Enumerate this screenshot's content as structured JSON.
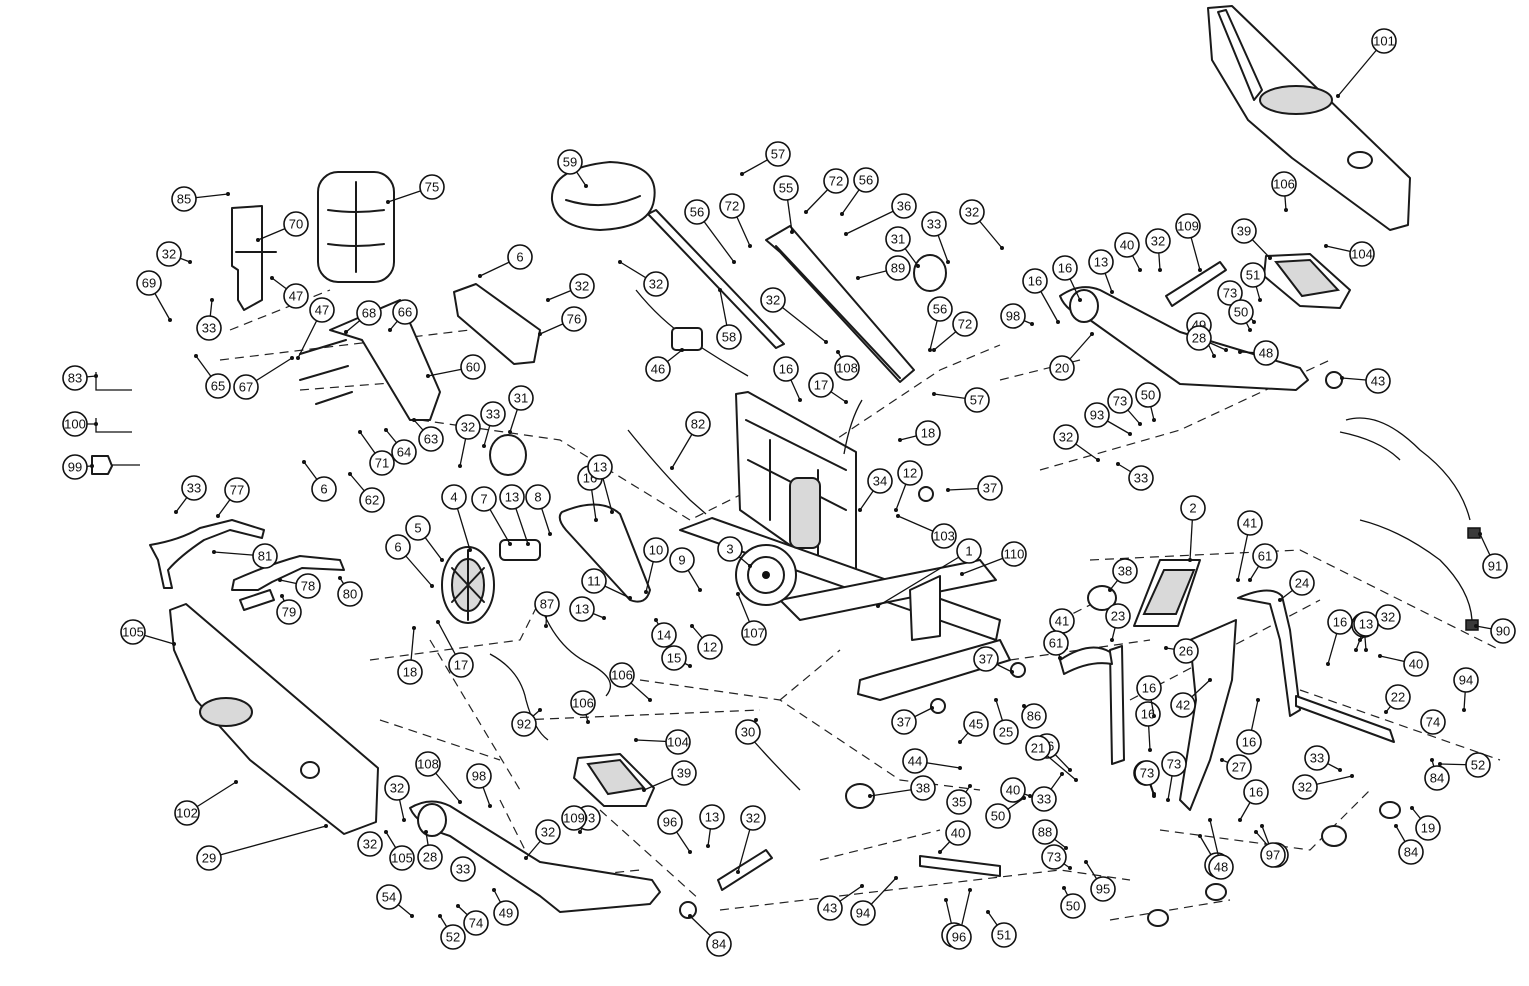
{
  "diagram": {
    "callouts": [
      {
        "label": "101",
        "kind": "shroud-panel"
      },
      {
        "label": "59",
        "kind": "seat-cushion"
      },
      {
        "label": "57",
        "kind": "console-bracket"
      },
      {
        "label": "72",
        "kind": "screw"
      },
      {
        "label": "56",
        "kind": "washer"
      },
      {
        "label": "55",
        "kind": "seat-rail"
      },
      {
        "label": "36",
        "kind": "bolt"
      },
      {
        "label": "85",
        "kind": "knob"
      },
      {
        "label": "75",
        "kind": "backrest-pad"
      },
      {
        "label": "70",
        "kind": "backrest-bracket"
      },
      {
        "label": "32",
        "kind": "nut"
      },
      {
        "label": "6",
        "kind": "bolt"
      },
      {
        "label": "56",
        "kind": "washer"
      },
      {
        "label": "72",
        "kind": "screw"
      },
      {
        "label": "33",
        "kind": "washer"
      },
      {
        "label": "32",
        "kind": "nut"
      },
      {
        "label": "106",
        "kind": "screw"
      },
      {
        "label": "109",
        "kind": "tube"
      },
      {
        "label": "39",
        "kind": "pedal"
      },
      {
        "label": "104",
        "kind": "nut"
      },
      {
        "label": "31",
        "kind": "bushing"
      },
      {
        "label": "89",
        "kind": "pin"
      },
      {
        "label": "40",
        "kind": "washer"
      },
      {
        "label": "32",
        "kind": "nut"
      },
      {
        "label": "69",
        "kind": "screw"
      },
      {
        "label": "47",
        "kind": "spacer"
      },
      {
        "label": "32",
        "kind": "nut"
      },
      {
        "label": "32",
        "kind": "nut"
      },
      {
        "label": "16",
        "kind": "bearing"
      },
      {
        "label": "16",
        "kind": "bearing"
      },
      {
        "label": "13",
        "kind": "washer"
      },
      {
        "label": "51",
        "kind": "knob"
      },
      {
        "label": "33",
        "kind": "washer"
      },
      {
        "label": "47",
        "kind": "spacer"
      },
      {
        "label": "68",
        "kind": "washer"
      },
      {
        "label": "66",
        "kind": "bracket"
      },
      {
        "label": "76",
        "kind": "plate"
      },
      {
        "label": "32",
        "kind": "nut"
      },
      {
        "label": "56",
        "kind": "washer"
      },
      {
        "label": "72",
        "kind": "screw"
      },
      {
        "label": "73",
        "kind": "washer"
      },
      {
        "label": "50",
        "kind": "bolt"
      },
      {
        "label": "98",
        "kind": "cap"
      },
      {
        "label": "83",
        "kind": "allen-key"
      },
      {
        "label": "65",
        "kind": "knob"
      },
      {
        "label": "67",
        "kind": "washer"
      },
      {
        "label": "58",
        "kind": "rail"
      },
      {
        "label": "46",
        "kind": "sensor"
      },
      {
        "label": "16",
        "kind": "bearing"
      },
      {
        "label": "108",
        "kind": "screw"
      },
      {
        "label": "60",
        "kind": "seat-frame"
      },
      {
        "label": "49",
        "kind": "spacer"
      },
      {
        "label": "28",
        "kind": "bushing"
      },
      {
        "label": "48",
        "kind": "nut"
      },
      {
        "label": "20",
        "kind": "pedal-arm"
      },
      {
        "label": "43",
        "kind": "end-cap"
      },
      {
        "label": "100",
        "kind": "allen-key"
      },
      {
        "label": "17",
        "kind": "cable"
      },
      {
        "label": "57",
        "kind": "console-bracket"
      },
      {
        "label": "63",
        "kind": "screw"
      },
      {
        "label": "31",
        "kind": "bushing"
      },
      {
        "label": "33",
        "kind": "washer"
      },
      {
        "label": "99",
        "kind": "wrench"
      },
      {
        "label": "32",
        "kind": "nut"
      },
      {
        "label": "64",
        "kind": "knob"
      },
      {
        "label": "71",
        "kind": "washer"
      },
      {
        "label": "82",
        "kind": "cable"
      },
      {
        "label": "18",
        "kind": "screw"
      },
      {
        "label": "93",
        "kind": "bolt"
      },
      {
        "label": "73",
        "kind": "washer"
      },
      {
        "label": "50",
        "kind": "bolt"
      },
      {
        "label": "32",
        "kind": "nut"
      },
      {
        "label": "33",
        "kind": "washer"
      },
      {
        "label": "6",
        "kind": "bolt"
      },
      {
        "label": "62",
        "kind": "handle-bracket"
      },
      {
        "label": "16",
        "kind": "bearing"
      },
      {
        "label": "13",
        "kind": "washer"
      },
      {
        "label": "37",
        "kind": "end-cap"
      },
      {
        "label": "12",
        "kind": "nut"
      },
      {
        "label": "34",
        "kind": "wire"
      },
      {
        "label": "33",
        "kind": "washer"
      },
      {
        "label": "77",
        "kind": "handlebar"
      },
      {
        "label": "4",
        "kind": "axle"
      },
      {
        "label": "7",
        "kind": "bolt"
      },
      {
        "label": "13",
        "kind": "washer"
      },
      {
        "label": "8",
        "kind": "belt"
      },
      {
        "label": "103",
        "kind": "nut"
      },
      {
        "label": "2",
        "kind": "console"
      },
      {
        "label": "41",
        "kind": "screw"
      },
      {
        "label": "81",
        "kind": "sensor-wire"
      },
      {
        "label": "5",
        "kind": "pulley"
      },
      {
        "label": "6",
        "kind": "bolt"
      },
      {
        "label": "10",
        "kind": "nut"
      },
      {
        "label": "9",
        "kind": "bracket"
      },
      {
        "label": "3",
        "kind": "flywheel"
      },
      {
        "label": "1",
        "kind": "main-frame"
      },
      {
        "label": "110",
        "kind": "end-cap"
      },
      {
        "label": "61",
        "kind": "bolt"
      },
      {
        "label": "24",
        "kind": "pedal-arm"
      },
      {
        "label": "91",
        "kind": "power-cable"
      },
      {
        "label": "78",
        "kind": "grip"
      },
      {
        "label": "80",
        "kind": "handlebar"
      },
      {
        "label": "11",
        "kind": "nut"
      },
      {
        "label": "38",
        "kind": "wheel"
      },
      {
        "label": "23",
        "kind": "console-mast"
      },
      {
        "label": "79",
        "kind": "grip"
      },
      {
        "label": "13",
        "kind": "washer"
      },
      {
        "label": "87",
        "kind": "cable"
      },
      {
        "label": "107",
        "kind": "washer"
      },
      {
        "label": "105",
        "kind": "end-cap"
      },
      {
        "label": "18",
        "kind": "screw"
      },
      {
        "label": "17",
        "kind": "cable"
      },
      {
        "label": "14",
        "kind": "bolt"
      },
      {
        "label": "12",
        "kind": "nut"
      },
      {
        "label": "41",
        "kind": "screw"
      },
      {
        "label": "61",
        "kind": "bolt"
      },
      {
        "label": "26",
        "kind": "bolt"
      },
      {
        "label": "16",
        "kind": "bearing"
      },
      {
        "label": "13",
        "kind": "washer"
      },
      {
        "label": "32",
        "kind": "nut"
      },
      {
        "label": "90",
        "kind": "adapter-cable"
      },
      {
        "label": "15",
        "kind": "bolt"
      },
      {
        "label": "106",
        "kind": "screw"
      },
      {
        "label": "37",
        "kind": "end-cap"
      },
      {
        "label": "40",
        "kind": "washer"
      },
      {
        "label": "92",
        "kind": "cable"
      },
      {
        "label": "25",
        "kind": "bolt"
      },
      {
        "label": "86",
        "kind": "screw"
      },
      {
        "label": "42",
        "kind": "lever"
      },
      {
        "label": "16",
        "kind": "bearing"
      },
      {
        "label": "22",
        "kind": "link-arm"
      },
      {
        "label": "74",
        "kind": "washer"
      },
      {
        "label": "94",
        "kind": "bolt"
      },
      {
        "label": "106",
        "kind": "screw"
      },
      {
        "label": "104",
        "kind": "nut"
      },
      {
        "label": "30",
        "kind": "sensor"
      },
      {
        "label": "37",
        "kind": "end-cap"
      },
      {
        "label": "45",
        "kind": "bracket"
      },
      {
        "label": "16",
        "kind": "bearing"
      },
      {
        "label": "27",
        "kind": "swing-arm"
      },
      {
        "label": "16",
        "kind": "bearing"
      },
      {
        "label": "33",
        "kind": "washer"
      },
      {
        "label": "32",
        "kind": "nut"
      },
      {
        "label": "52",
        "kind": "bolt"
      },
      {
        "label": "39",
        "kind": "pedal"
      },
      {
        "label": "44",
        "kind": "bracket"
      },
      {
        "label": "16",
        "kind": "bearing"
      },
      {
        "label": "13",
        "kind": "washer"
      },
      {
        "label": "32",
        "kind": "nut"
      },
      {
        "label": "73",
        "kind": "washer"
      },
      {
        "label": "84",
        "kind": "washer"
      },
      {
        "label": "102",
        "kind": "shroud-panel"
      },
      {
        "label": "98",
        "kind": "cap"
      },
      {
        "label": "38",
        "kind": "wheel"
      },
      {
        "label": "35",
        "kind": "screw"
      },
      {
        "label": "40",
        "kind": "washer"
      },
      {
        "label": "93",
        "kind": "bolt"
      },
      {
        "label": "16",
        "kind": "bearing"
      },
      {
        "label": "32",
        "kind": "nut"
      },
      {
        "label": "108",
        "kind": "screw"
      },
      {
        "label": "73",
        "kind": "washer"
      },
      {
        "label": "32",
        "kind": "nut"
      },
      {
        "label": "50",
        "kind": "bolt"
      },
      {
        "label": "33",
        "kind": "washer"
      },
      {
        "label": "109",
        "kind": "tube"
      },
      {
        "label": "21",
        "kind": "link-arm"
      },
      {
        "label": "32",
        "kind": "nut"
      },
      {
        "label": "96",
        "kind": "screw"
      },
      {
        "label": "32",
        "kind": "nut"
      },
      {
        "label": "40",
        "kind": "washer"
      },
      {
        "label": "13",
        "kind": "washer"
      },
      {
        "label": "19",
        "kind": "pedal-arm"
      },
      {
        "label": "88",
        "kind": "pin"
      },
      {
        "label": "32",
        "kind": "nut"
      },
      {
        "label": "105",
        "kind": "end-cap"
      },
      {
        "label": "28",
        "kind": "bushing"
      },
      {
        "label": "53",
        "kind": "nut"
      },
      {
        "label": "97",
        "kind": "screw"
      },
      {
        "label": "29",
        "kind": "clamp"
      },
      {
        "label": "33",
        "kind": "washer"
      },
      {
        "label": "73",
        "kind": "washer"
      },
      {
        "label": "48",
        "kind": "nut"
      },
      {
        "label": "84",
        "kind": "washer"
      },
      {
        "label": "95",
        "kind": "bolt"
      },
      {
        "label": "54",
        "kind": "washer"
      },
      {
        "label": "49",
        "kind": "spacer"
      },
      {
        "label": "50",
        "kind": "bolt"
      },
      {
        "label": "43",
        "kind": "end-cap"
      },
      {
        "label": "94",
        "kind": "bolt"
      },
      {
        "label": "74",
        "kind": "washer"
      },
      {
        "label": "52",
        "kind": "bolt"
      },
      {
        "label": "84",
        "kind": "washer"
      },
      {
        "label": "29",
        "kind": "clamp"
      },
      {
        "label": "96",
        "kind": "screw"
      },
      {
        "label": "51",
        "kind": "knob"
      }
    ]
  }
}
